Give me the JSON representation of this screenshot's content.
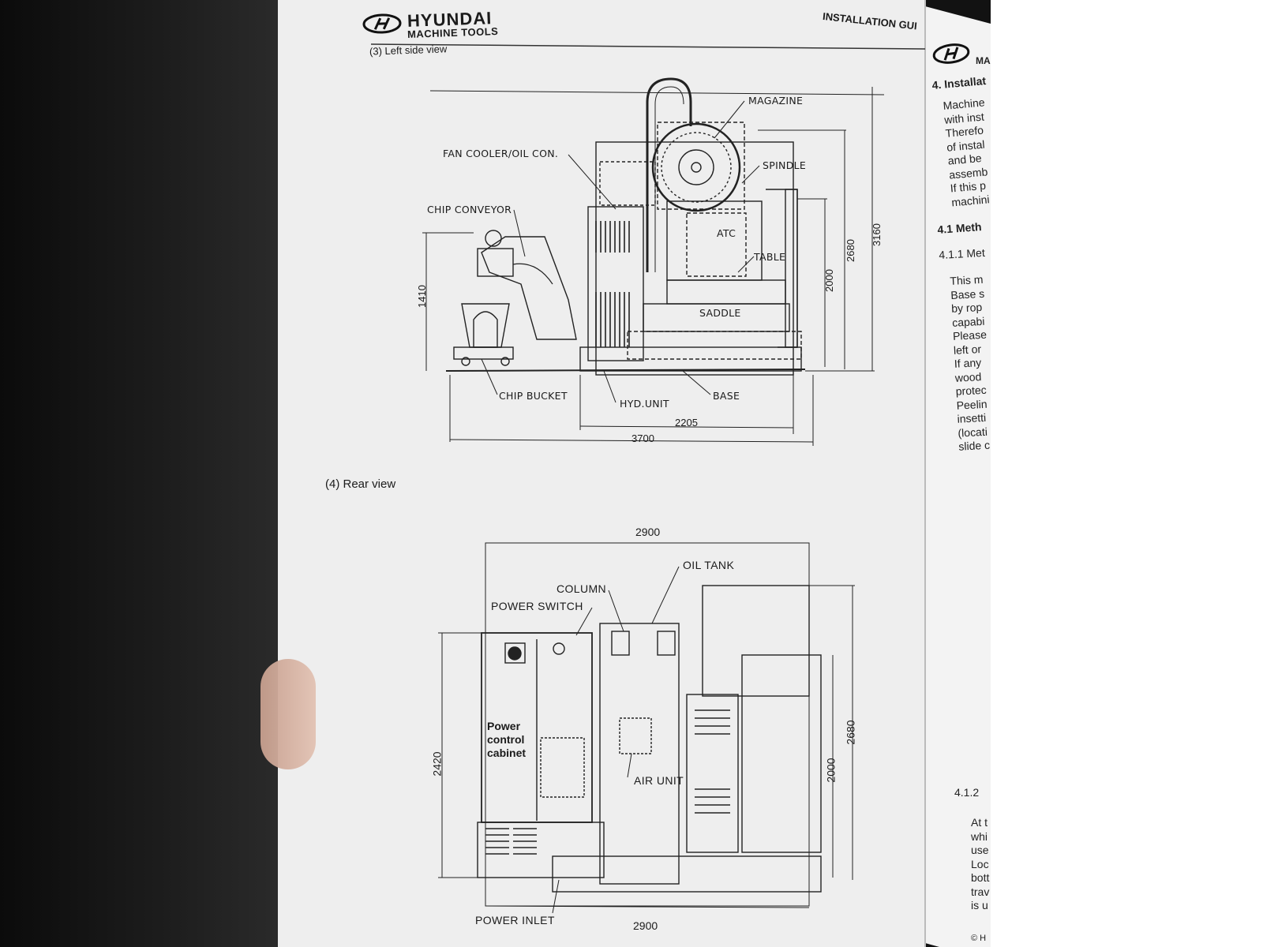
{
  "header": {
    "brand": "HYUNDAI",
    "brand_sub": "MACHINE TOOLS",
    "guide_title": "INSTALLATION GUI"
  },
  "left_view": {
    "title": "(3) Left side view",
    "labels": {
      "magazine": "MAGAZINE",
      "fan_cooler": "FAN COOLER/OIL CON.",
      "spindle": "SPINDLE",
      "chip_conveyor": "CHIP CONVEYOR",
      "atc": "ATC",
      "table": "TABLE",
      "saddle": "SADDLE",
      "chip_bucket": "CHIP BUCKET",
      "hyd_unit": "HYD.UNIT",
      "base": "BASE"
    },
    "dimensions": {
      "d1410": "1410",
      "d2000": "2000",
      "d2680": "2680",
      "d3160": "3160",
      "d2205": "2205",
      "d3700": "3700"
    }
  },
  "rear_view": {
    "title": "(4) Rear view",
    "labels": {
      "oil_tank": "OIL TANK",
      "column": "COLUMN",
      "power_switch": "POWER SWITCH",
      "power_control_1": "Power",
      "power_control_2": "control",
      "power_control_3": "cabinet",
      "air_unit": "AIR UNIT",
      "power_inlet": "POWER INLET"
    },
    "dimensions": {
      "top_width": "2900",
      "bottom_width": "2900",
      "d2420": "2420",
      "d2000": "2000",
      "d2680": "2680"
    }
  },
  "right_page": {
    "logo_sub": "MA",
    "section": "4. Installat",
    "lines": [
      "Machine",
      "with inst",
      "Therefo",
      "of instal",
      "and be",
      "assemb",
      "If this p",
      "machini"
    ],
    "heading_41": "4.1 Meth",
    "heading_411": "4.1.1 Met",
    "lines2": [
      "This m",
      "Base s",
      "by rop",
      "capabi",
      "Please",
      "left or",
      "If any",
      "wood",
      "protec",
      "Peelin",
      "insetti",
      "(locati",
      "slide c"
    ],
    "heading_412": "4.1.2",
    "lines3": [
      "At t",
      "whi",
      "use",
      "Loc",
      "bott",
      "trav",
      "is u"
    ],
    "footer": "© H"
  }
}
